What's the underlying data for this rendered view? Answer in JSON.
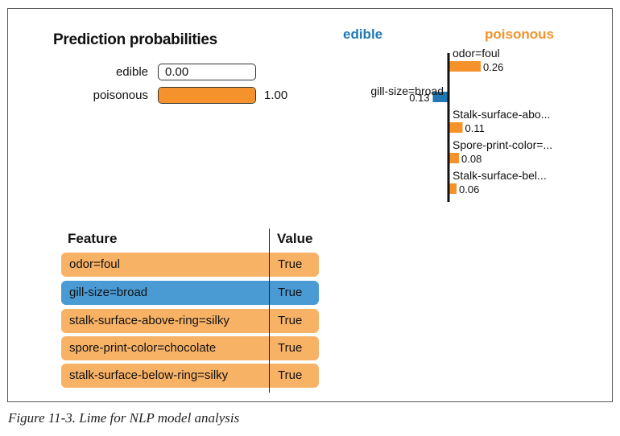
{
  "prediction_probabilities": {
    "title": "Prediction probabilities",
    "rows": [
      {
        "label": "edible",
        "value": 0.0,
        "value_text": "0.00"
      },
      {
        "label": "poisonous",
        "value": 1.0,
        "value_text": "1.00"
      }
    ]
  },
  "class_labels": {
    "negative": "edible",
    "positive": "poisonous"
  },
  "colors": {
    "edible": "#1F77B4",
    "poisonous": "#F5922B",
    "table_orange": "#F7B266",
    "table_blue": "#4A9BD4"
  },
  "chart_data": {
    "type": "bar",
    "orientation": "horizontal",
    "categories": [
      "odor=foul",
      "gill-size=broad",
      "Stalk-surface-abo...",
      "Spore-print-color=...",
      "Stalk-surface-bel..."
    ],
    "values": [
      0.26,
      -0.13,
      0.11,
      0.08,
      0.06
    ],
    "value_labels": [
      "0.26",
      "0.13",
      "0.11",
      "0.08",
      "0.06"
    ],
    "classes": [
      "poisonous",
      "edible",
      "poisonous",
      "poisonous",
      "poisonous"
    ]
  },
  "feature_table": {
    "header_feature": "Feature",
    "header_value": "Value",
    "rows": [
      {
        "feature": "odor=foul",
        "value": "True",
        "class": "poisonous"
      },
      {
        "feature": "gill-size=broad",
        "value": "True",
        "class": "edible"
      },
      {
        "feature": "stalk-surface-above-ring=silky",
        "value": "True",
        "class": "poisonous"
      },
      {
        "feature": "spore-print-color=chocolate",
        "value": "True",
        "class": "poisonous"
      },
      {
        "feature": "stalk-surface-below-ring=silky",
        "value": "True",
        "class": "poisonous"
      }
    ]
  },
  "caption": "Figure 11-3. Lime for NLP model analysis"
}
